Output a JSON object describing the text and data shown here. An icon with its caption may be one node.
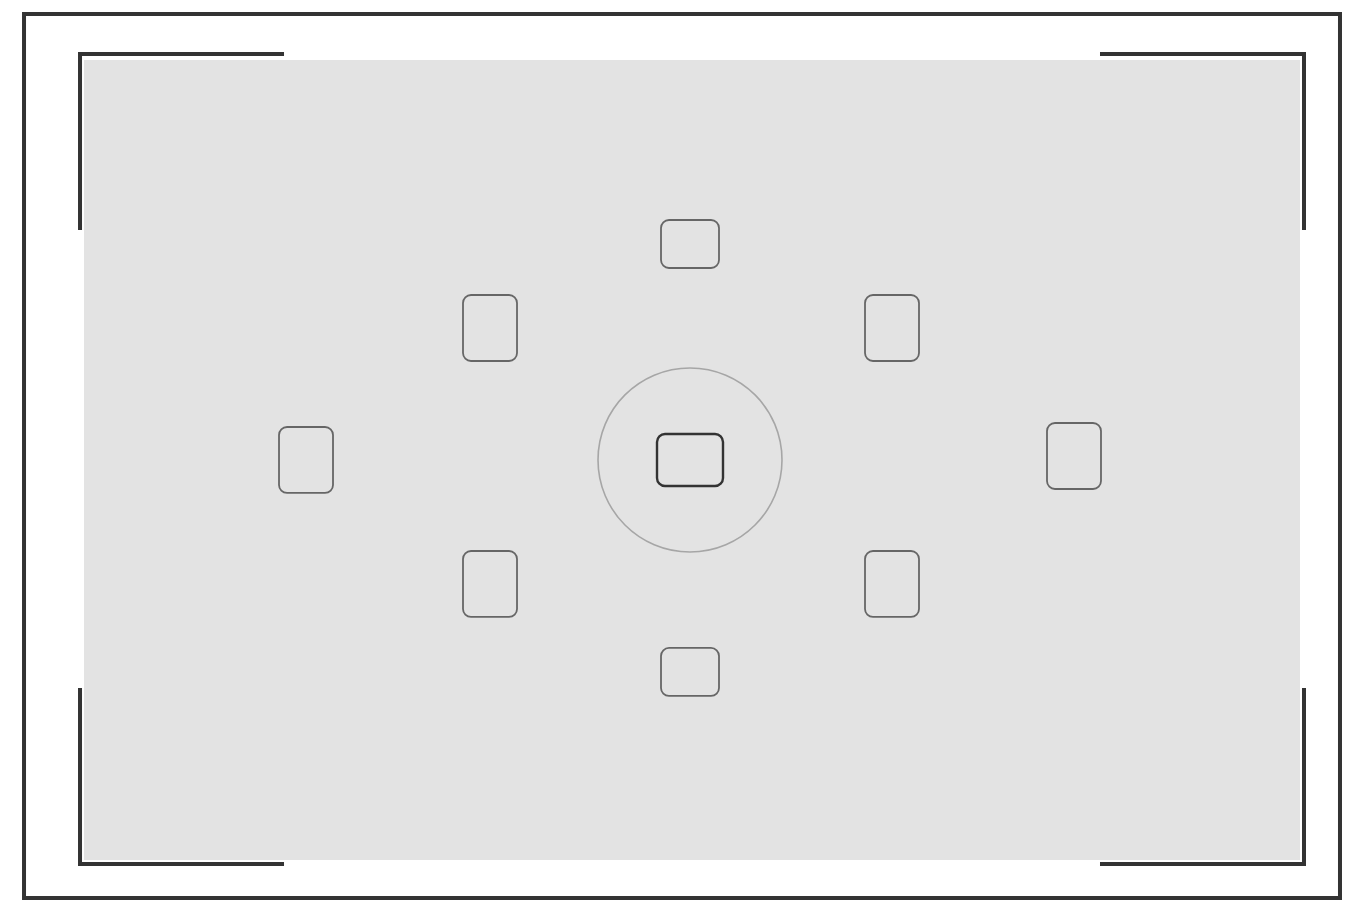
{
  "diagram": {
    "nodes": [
      {
        "text": [],
        "shape": "box"
      },
      {
        "text": [],
        "shape": "box"
      },
      {
        "text": [],
        "shape": "box"
      },
      {
        "text": [],
        "shape": "box"
      },
      {
        "text": [],
        "shape": "circle"
      },
      {
        "text": [],
        "shape": "box",
        "in": 4
      },
      {
        "text": [],
        "shape": "box"
      },
      {
        "text": [],
        "shape": "box"
      },
      {
        "text": [],
        "shape": "box"
      },
      {
        "text": [],
        "shape": "box"
      }
    ]
  }
}
